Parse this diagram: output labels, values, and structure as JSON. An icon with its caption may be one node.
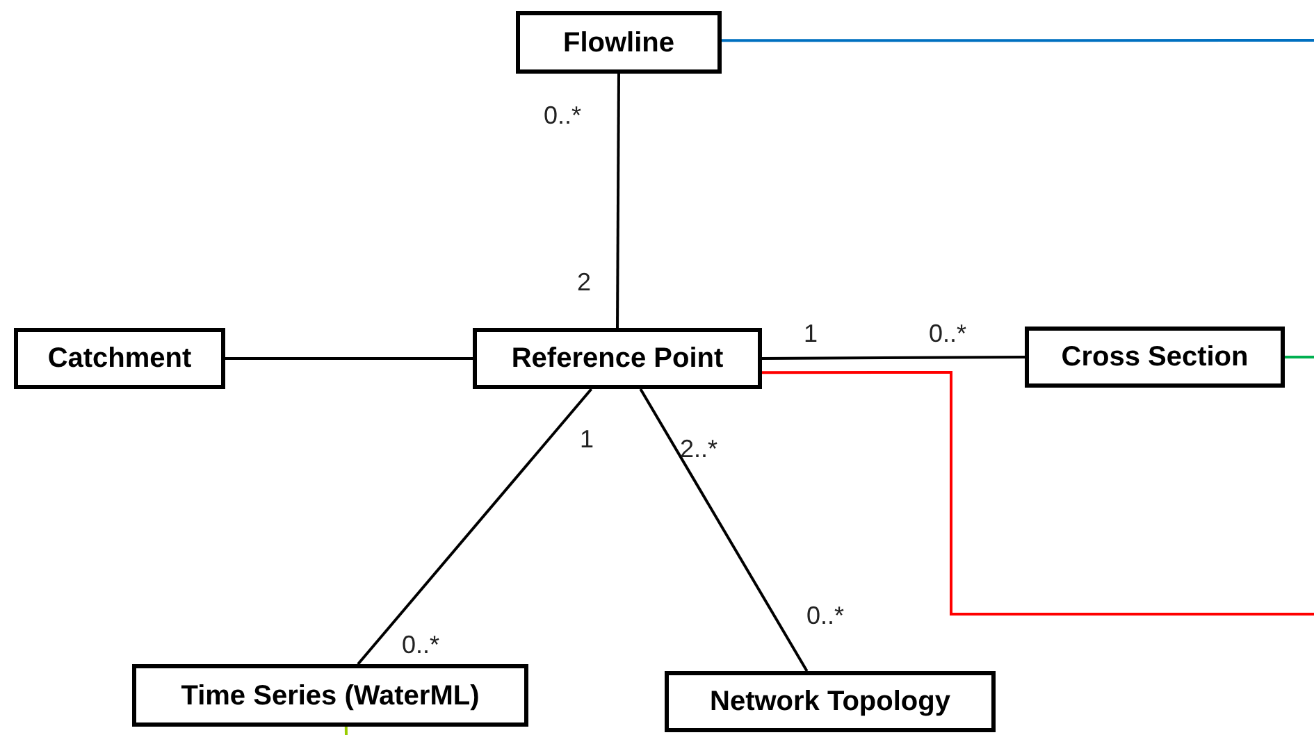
{
  "diagram": {
    "nodes": [
      {
        "text": [
          "Flowline"
        ]
      },
      {
        "text": [
          "Catchment"
        ]
      },
      {
        "text": [
          "Reference Point"
        ]
      },
      {
        "text": [
          "Cross Section"
        ]
      },
      {
        "text": [
          "Time Series (WaterML)"
        ]
      },
      {
        "text": [
          "Network Topology"
        ]
      }
    ],
    "edges": [
      {
        "from": 0,
        "to": 2,
        "arrow": "none"
      },
      {
        "from": 1,
        "to": 2,
        "arrow": "none"
      },
      {
        "from": 2,
        "to": 3,
        "arrow": "none"
      },
      {
        "from": 2,
        "to": 4,
        "arrow": "none"
      },
      {
        "from": 2,
        "to": 5,
        "arrow": "none"
      },
      {
        "from": 0,
        "to": null,
        "arrow": "none",
        "color": "#0070c0"
      },
      {
        "from": 3,
        "to": null,
        "arrow": "none",
        "color": "#00b050"
      },
      {
        "from": 2,
        "to": null,
        "arrow": "none",
        "color": "#ff0000"
      },
      {
        "from": 4,
        "to": null,
        "arrow": "none",
        "color": "#99cc00"
      }
    ],
    "labels": [
      "0..*",
      "2",
      "1",
      "0..*",
      "1",
      "2..*",
      "0..*",
      "0..*"
    ]
  }
}
